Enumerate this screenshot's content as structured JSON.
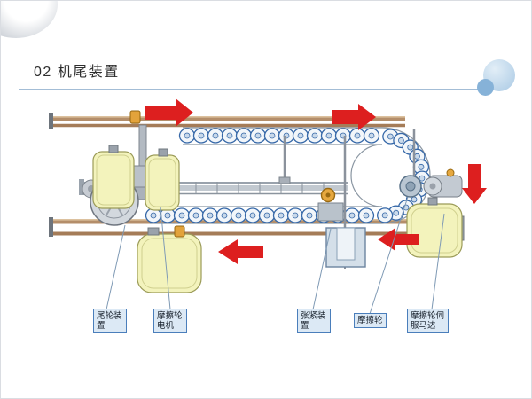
{
  "slide": {
    "title": "02 机尾装置"
  },
  "callouts": [
    {
      "id": "tail-wheel-device",
      "text": "尾轮装置"
    },
    {
      "id": "friction-wheel-motor",
      "text": "摩擦轮电机"
    },
    {
      "id": "tension-device",
      "text": "张紧装置"
    },
    {
      "id": "friction-wheel",
      "text": "摩擦轮"
    },
    {
      "id": "friction-wheel-servo",
      "text": "摩擦轮伺服马达"
    }
  ],
  "colors": {
    "arrow-red": "#dd1f1f",
    "cover-yellow": "#f3f3bc",
    "roller-blue": "#3668a8",
    "rail-brown": "#b48e6a",
    "label-bg": "#dce9f5",
    "label-border": "#4a7ebb",
    "accent-line": "#a3bdd6"
  }
}
